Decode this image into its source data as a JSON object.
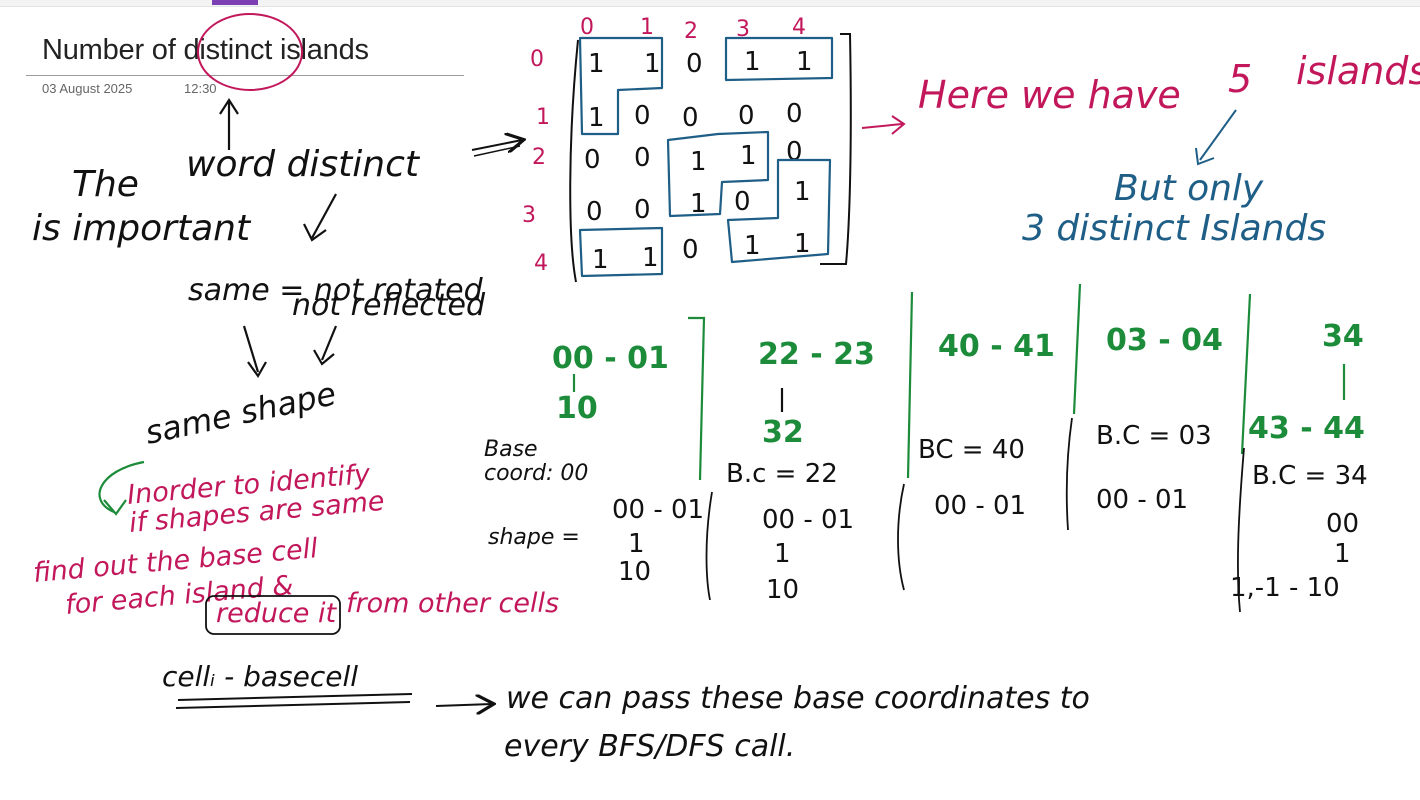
{
  "page": {
    "title": "Number of distinct islands",
    "date": "03 August 2025",
    "time": "12:30"
  },
  "notes": {
    "word_distinct_1": "The",
    "word_distinct_2": "word distinct",
    "word_distinct_3": "is important",
    "same_def_1": "same = not rotated",
    "same_def_2": "not reflected",
    "same_shape": "same shape",
    "identify_1": "Inorder to identify",
    "identify_2": "if shapes are same",
    "identify_3": "find out the base cell",
    "identify_4": "for each island &",
    "identify_5a": "reduce it",
    "identify_5b": "from other cells",
    "formula": "cellᵢ - basecell",
    "pass_1": "we can pass these base coordinates to",
    "pass_2": "every BFS/DFS call.",
    "five_islands_a": "Here we have",
    "five_islands_num": "5",
    "five_islands_b": "islands",
    "distinct_1": "But only",
    "distinct_2": "3 distinct Islands",
    "base_coord_1": "Base",
    "base_coord_2": "coord: 00",
    "shape_label": "shape ="
  },
  "grid": {
    "col_labels": [
      "0",
      "1",
      "2",
      "3",
      "4"
    ],
    "row_labels": [
      "0",
      "1",
      "2",
      "3",
      "4"
    ],
    "cells": [
      [
        "1",
        "1",
        "0",
        "1",
        "1"
      ],
      [
        "1",
        "0",
        "0",
        "0",
        "0"
      ],
      [
        "0",
        "0",
        "1",
        "1",
        "0"
      ],
      [
        "0",
        "0",
        "1",
        "0",
        "1"
      ],
      [
        "1",
        "1",
        "0",
        "1",
        "1"
      ]
    ]
  },
  "islands": [
    {
      "cells": [
        "00 - 01",
        "10"
      ],
      "base": "",
      "shape": [
        "00 - 01",
        "1",
        "10"
      ]
    },
    {
      "cells": [
        "22 - 23",
        "32"
      ],
      "base": "B.c = 22",
      "shape": [
        "00 - 01",
        "1",
        "10"
      ]
    },
    {
      "cells": [
        "40 - 41"
      ],
      "base": "BC = 40",
      "shape": [
        "00 - 01"
      ]
    },
    {
      "cells": [
        "03 - 04"
      ],
      "base": "B.C = 03",
      "shape": [
        "00 - 01"
      ]
    },
    {
      "cells": [
        "34",
        "43 - 44"
      ],
      "base": "B.C = 34",
      "shape": [
        "00",
        "1",
        "1,-1 - 10"
      ]
    }
  ],
  "colors": {
    "ink_black": "#111111",
    "ink_magenta": "#c2185b",
    "ink_blue": "#1f5e86",
    "ink_green": "#1c8c3a",
    "accent_purple": "#7b3fb4"
  }
}
